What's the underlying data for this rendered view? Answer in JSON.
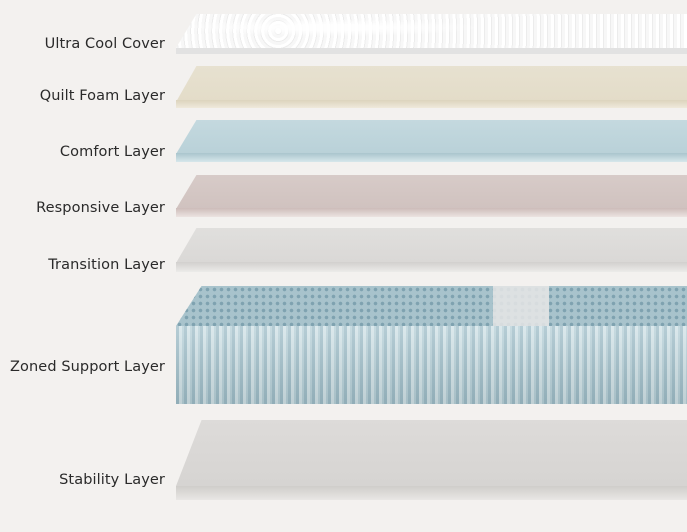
{
  "layers": [
    {
      "id": "cover",
      "label": "Ultra Cool Cover"
    },
    {
      "id": "quilt",
      "label": "Quilt Foam Layer"
    },
    {
      "id": "comfort",
      "label": "Comfort Layer"
    },
    {
      "id": "responsive",
      "label": "Responsive Layer"
    },
    {
      "id": "transition",
      "label": "Transition Layer"
    },
    {
      "id": "support",
      "label": "Zoned Support Layer"
    },
    {
      "id": "stability",
      "label": "Stability Layer"
    }
  ],
  "colors": {
    "background": "#f3f1ef",
    "cover": "#f4f4f4",
    "quilt_foam": "#e3dcc8",
    "comfort": "#b9d1d8",
    "responsive": "#d0c2bf",
    "transition": "#dad8d6",
    "support_coils": "#a8c3cc",
    "stability": "#d6d4d2"
  }
}
